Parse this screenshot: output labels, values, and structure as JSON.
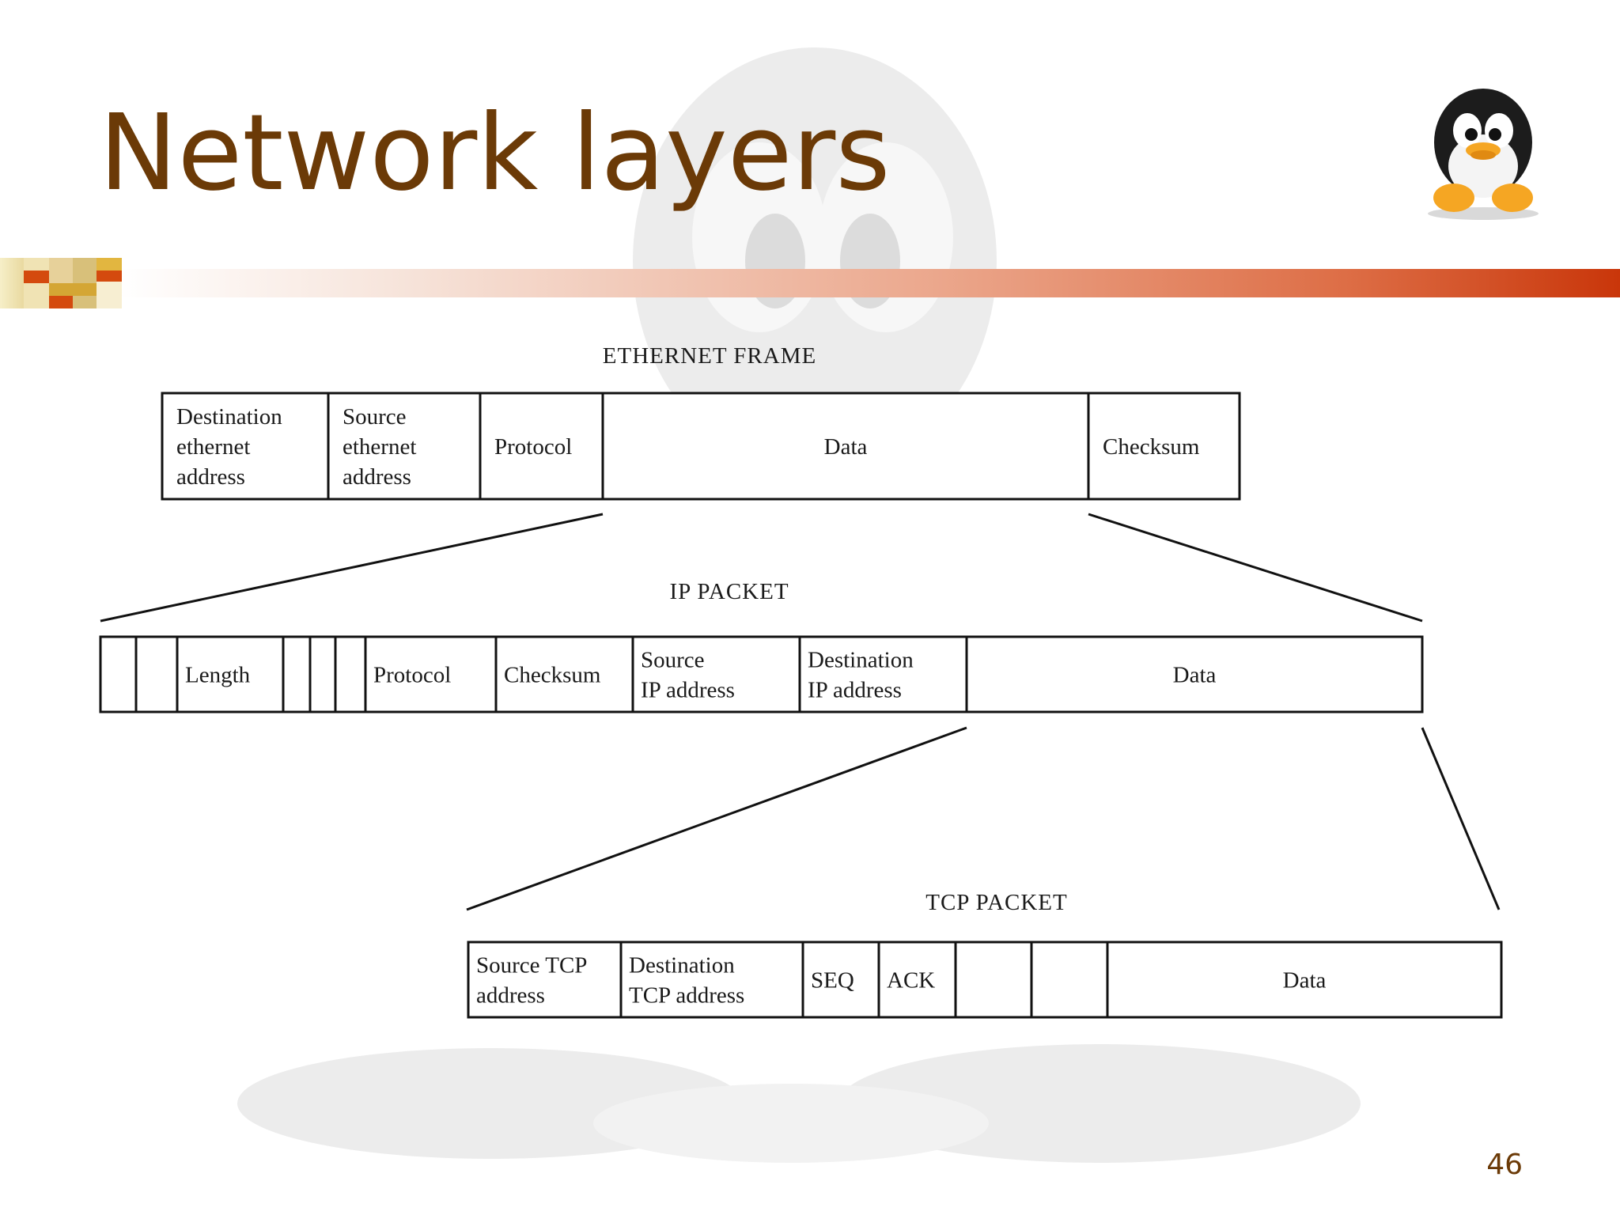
{
  "slide": {
    "title": "Network layers",
    "page_number": "46",
    "accent_color": "#6b3a07",
    "mascot_icon": "penguin-icon"
  },
  "ethernet_frame": {
    "label": "ETHERNET FRAME",
    "fields": [
      [
        "Destination",
        "ethernet",
        "address"
      ],
      [
        "Source",
        "ethernet",
        "address"
      ],
      [
        "Protocol"
      ],
      [
        "Data"
      ],
      [
        "Checksum"
      ]
    ]
  },
  "ip_packet": {
    "label": "IP PACKET",
    "fields": [
      [],
      [],
      [
        "Length"
      ],
      [],
      [],
      [],
      [
        "Protocol"
      ],
      [
        "Checksum"
      ],
      [
        "Source",
        "IP address"
      ],
      [
        "Destination",
        "IP address"
      ],
      [
        "Data"
      ]
    ]
  },
  "tcp_packet": {
    "label": "TCP PACKET",
    "fields": [
      [
        "Source TCP",
        "address"
      ],
      [
        "Destination",
        "TCP address"
      ],
      [
        "SEQ"
      ],
      [
        "ACK"
      ],
      [],
      [],
      [
        "Data"
      ]
    ]
  }
}
